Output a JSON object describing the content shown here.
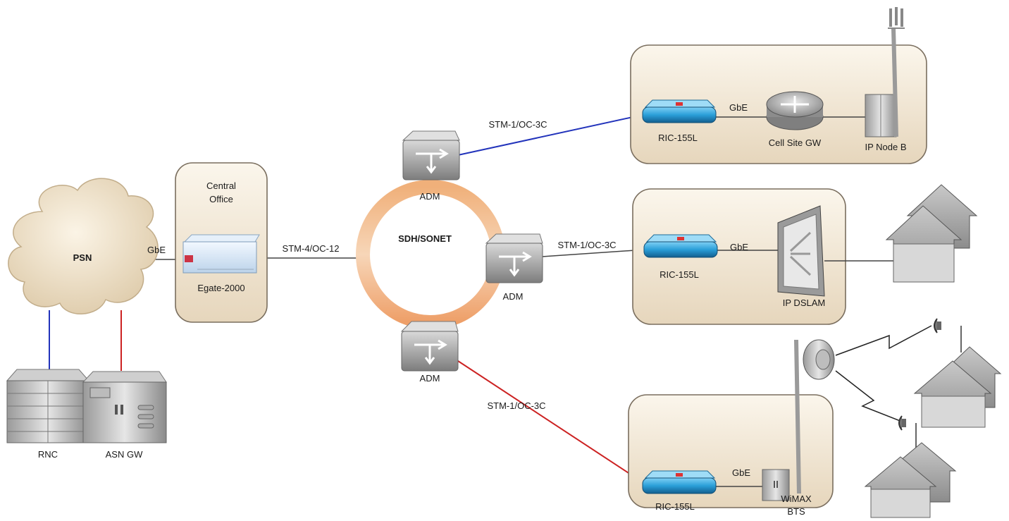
{
  "cloud": {
    "label": "PSN"
  },
  "central_office": {
    "title_line1": "Central",
    "title_line2": "Office",
    "device": "Egate-2000"
  },
  "ring": {
    "label": "SDH/SONET"
  },
  "adm": {
    "top": "ADM",
    "right": "ADM",
    "bottom": "ADM"
  },
  "links": {
    "psn_egate": "GbE",
    "egate_ring": "STM-4/OC-12",
    "top": "STM-1/OC-3C",
    "mid": "STM-1/OC-3C",
    "bottom": "STM-1/OC-3C"
  },
  "site_top": {
    "ric": "RIC-155L",
    "link": "GbE",
    "gw": "Cell Site GW",
    "nodeb": "IP Node B"
  },
  "site_mid": {
    "ric": "RIC-155L",
    "link": "GbE",
    "dslam": "IP DSLAM"
  },
  "site_bottom": {
    "ric": "RIC-155L",
    "link": "GbE",
    "bts_line1": "WiMAX",
    "bts_line2": "BTS"
  },
  "servers": {
    "rnc": "RNC",
    "asn": "ASN GW"
  },
  "colors": {
    "blue_link": "#2233bb",
    "red_link": "#cc2222",
    "site_box": "#efe3cf",
    "ric_blue": "#2a9fd8"
  }
}
